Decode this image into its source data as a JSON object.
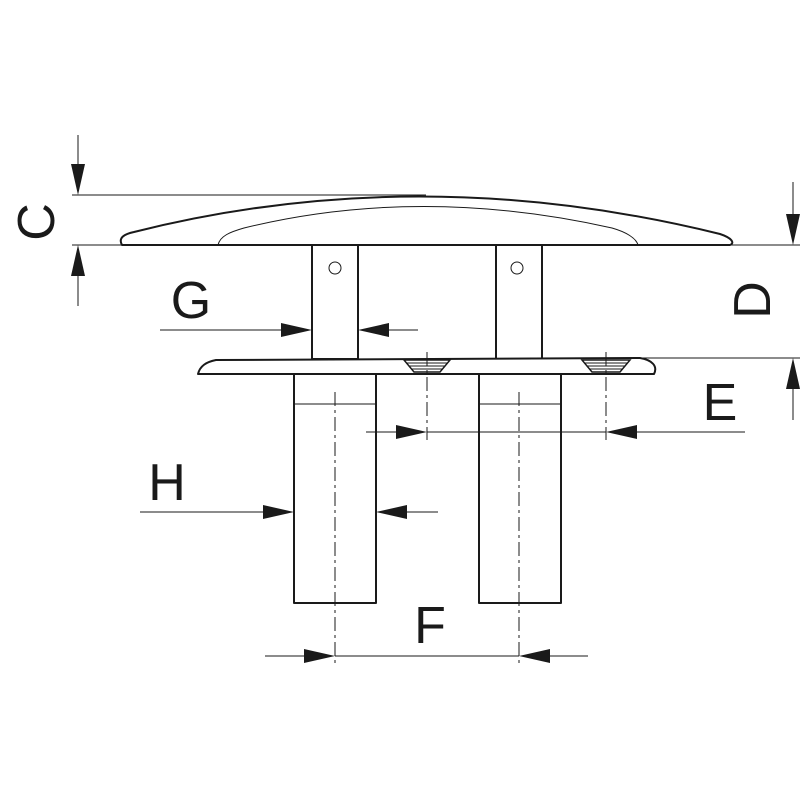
{
  "diagram": {
    "dimension_labels": {
      "c": "C",
      "d": "D",
      "e": "E",
      "f": "F",
      "g": "G",
      "h": "H"
    }
  }
}
